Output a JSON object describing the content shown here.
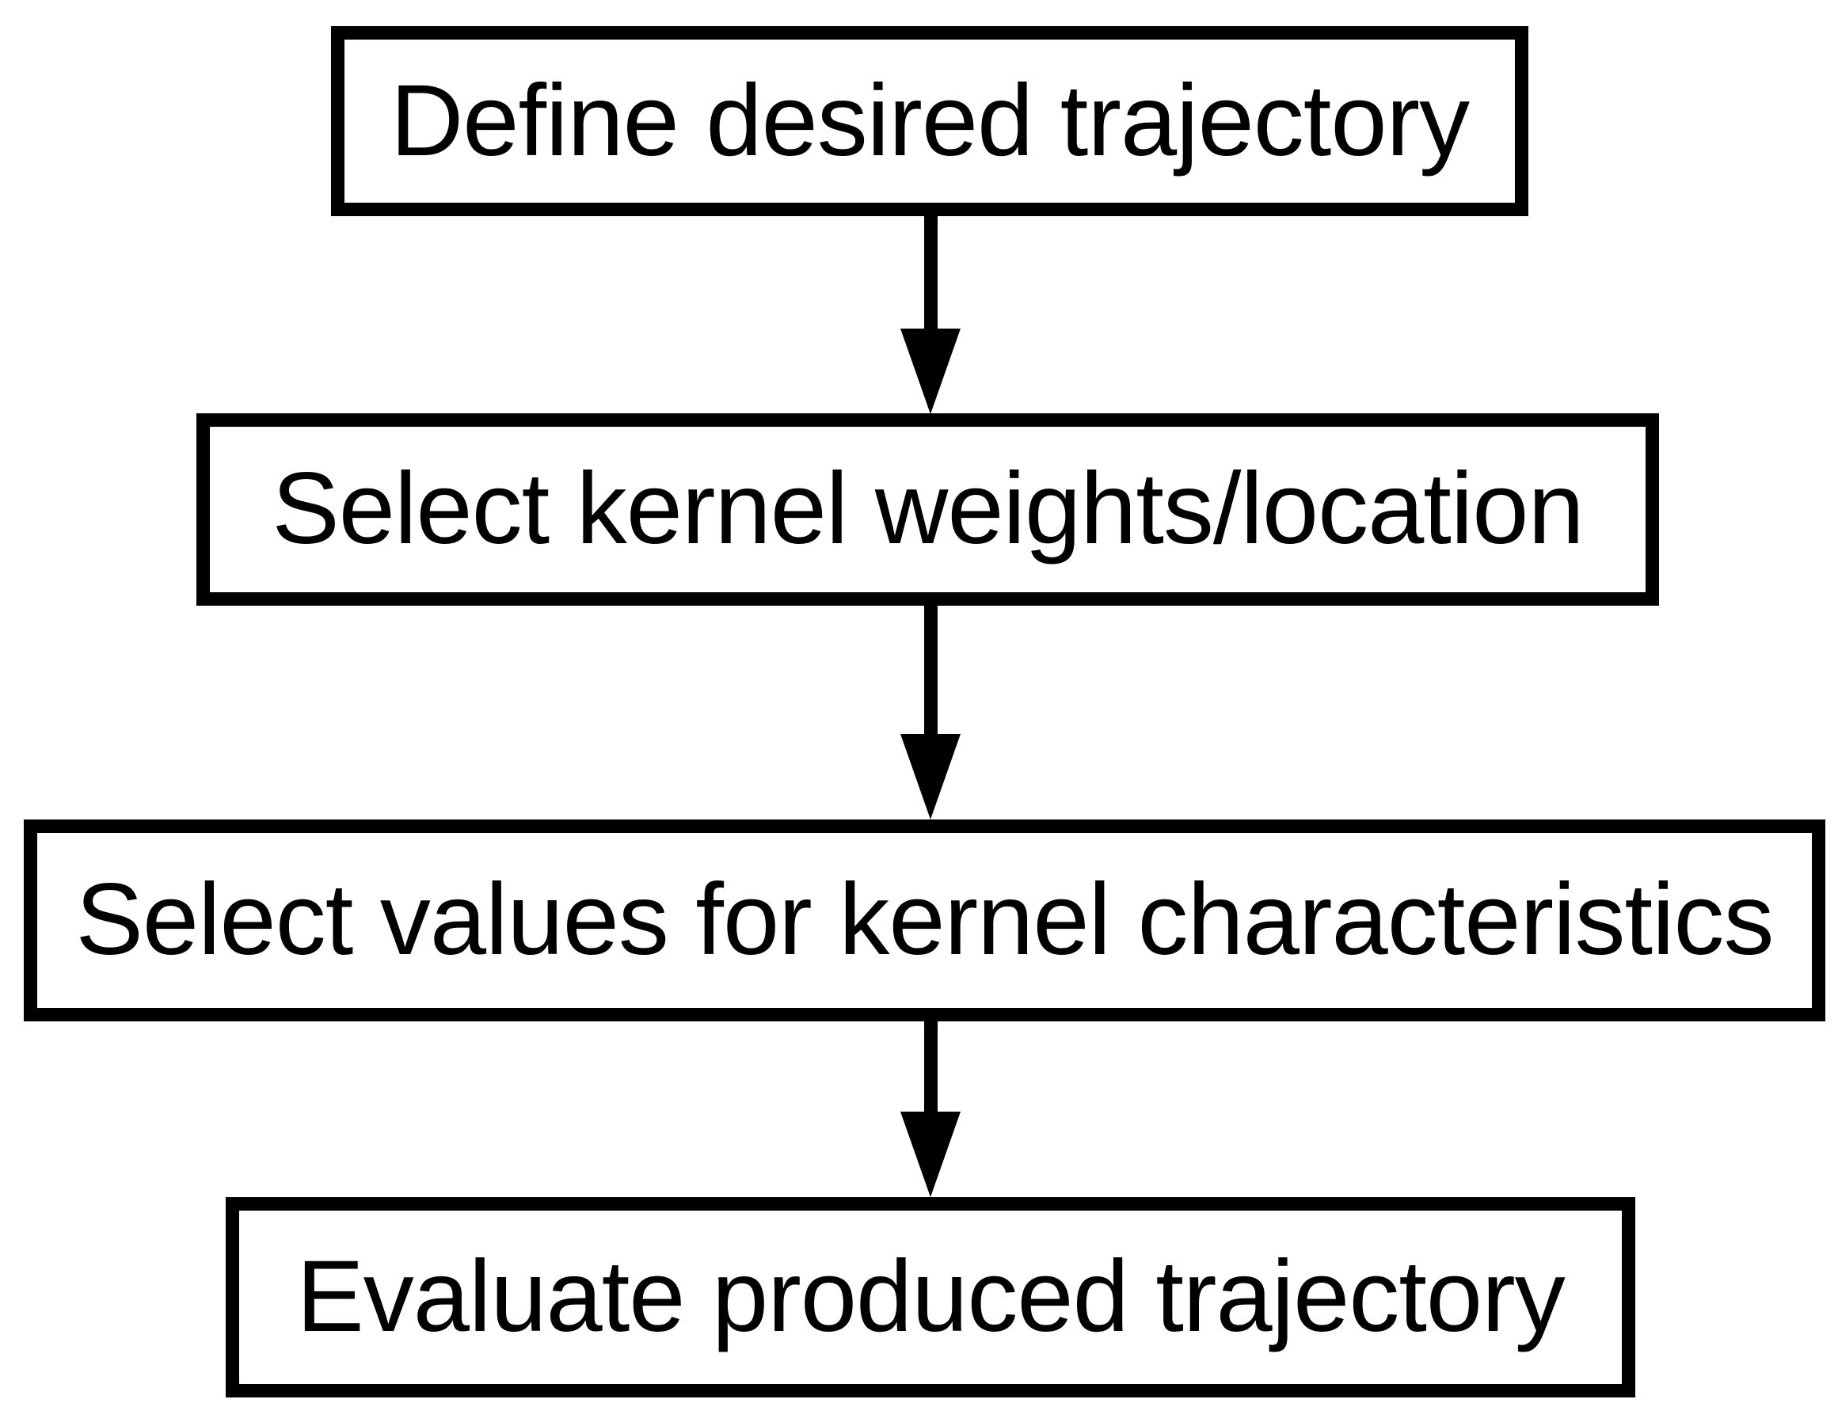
{
  "diagram": {
    "type": "flowchart",
    "orientation": "vertical",
    "background_color": "#ffffff",
    "stroke_color": "#000000",
    "nodes": [
      {
        "id": "node-1",
        "label": "Define desired trajectory",
        "shape": "rectangle"
      },
      {
        "id": "node-2",
        "label": "Select kernel weights/location",
        "shape": "rectangle"
      },
      {
        "id": "node-3",
        "label": "Select values for kernel characteristics",
        "shape": "rectangle"
      },
      {
        "id": "node-4",
        "label": "Evaluate produced trajectory",
        "shape": "rectangle"
      }
    ],
    "connectors": [
      {
        "id": "conn-1",
        "from": "node-1",
        "to": "node-2",
        "style": "arrow-down"
      },
      {
        "id": "conn-2",
        "from": "node-2",
        "to": "node-3",
        "style": "arrow-down"
      },
      {
        "id": "conn-3",
        "from": "node-3",
        "to": "node-4",
        "style": "arrow-down"
      }
    ]
  }
}
